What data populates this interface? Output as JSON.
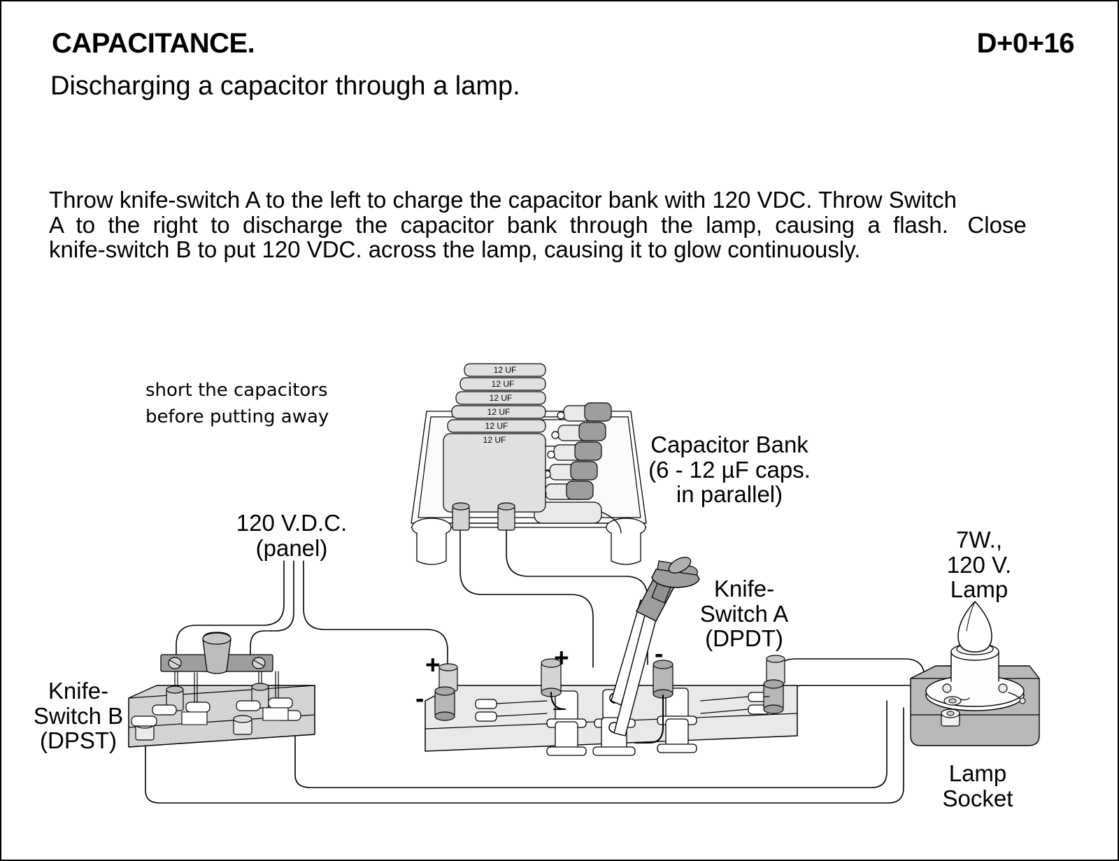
{
  "header": {
    "title": "CAPACITANCE.",
    "code": "D+0+16",
    "subtitle": "Discharging a capacitor through a lamp."
  },
  "instructions": {
    "line1": "Throw knife-switch A to the left to charge the capacitor bank with 120 VDC. Throw Switch",
    "line2": "A  to  the  right  to  discharge  the  capacitor  bank  through  the  lamp,  causing  a  flash.   Close",
    "line3": "knife-switch B to put 120 VDC. across the lamp, causing it to glow continuously."
  },
  "notes": {
    "short_caps": "short the capacitors before putting away"
  },
  "labels": {
    "capacitor_bank": {
      "line1": "Capacitor Bank",
      "line2": "(6 - 12 µF caps.",
      "line3": "in parallel)"
    },
    "supply": {
      "line1": "120 V.D.C.",
      "line2": "(panel)"
    },
    "knife_switch_a": {
      "line1": "Knife-",
      "line2": "Switch A",
      "line3": "(DPDT)"
    },
    "knife_switch_b": {
      "line1": "Knife-",
      "line2": "Switch B",
      "line3": "(DPST)"
    },
    "lamp": {
      "line1": "7W.,",
      "line2": "120 V.",
      "line3": "Lamp"
    },
    "lamp_socket": {
      "line1": "Lamp",
      "line2": "Socket"
    }
  },
  "capacitors": {
    "count": 6,
    "labels": [
      "12 UF",
      "12 UF",
      "12 UF",
      "12 UF",
      "12 UF",
      "12 UF"
    ]
  },
  "polarity_marks": {
    "cap_plus": "+",
    "cap_minus": "-",
    "switch_plus": "+",
    "switch_minus": "-"
  },
  "colors": {
    "ink": "#000000",
    "paper": "#ffffff",
    "light_gray": "#e9e9e9",
    "mid_gray": "#c9c9c9",
    "dark_gray": "#8f8f8f",
    "stipple_gray": "#b5b5b5"
  }
}
